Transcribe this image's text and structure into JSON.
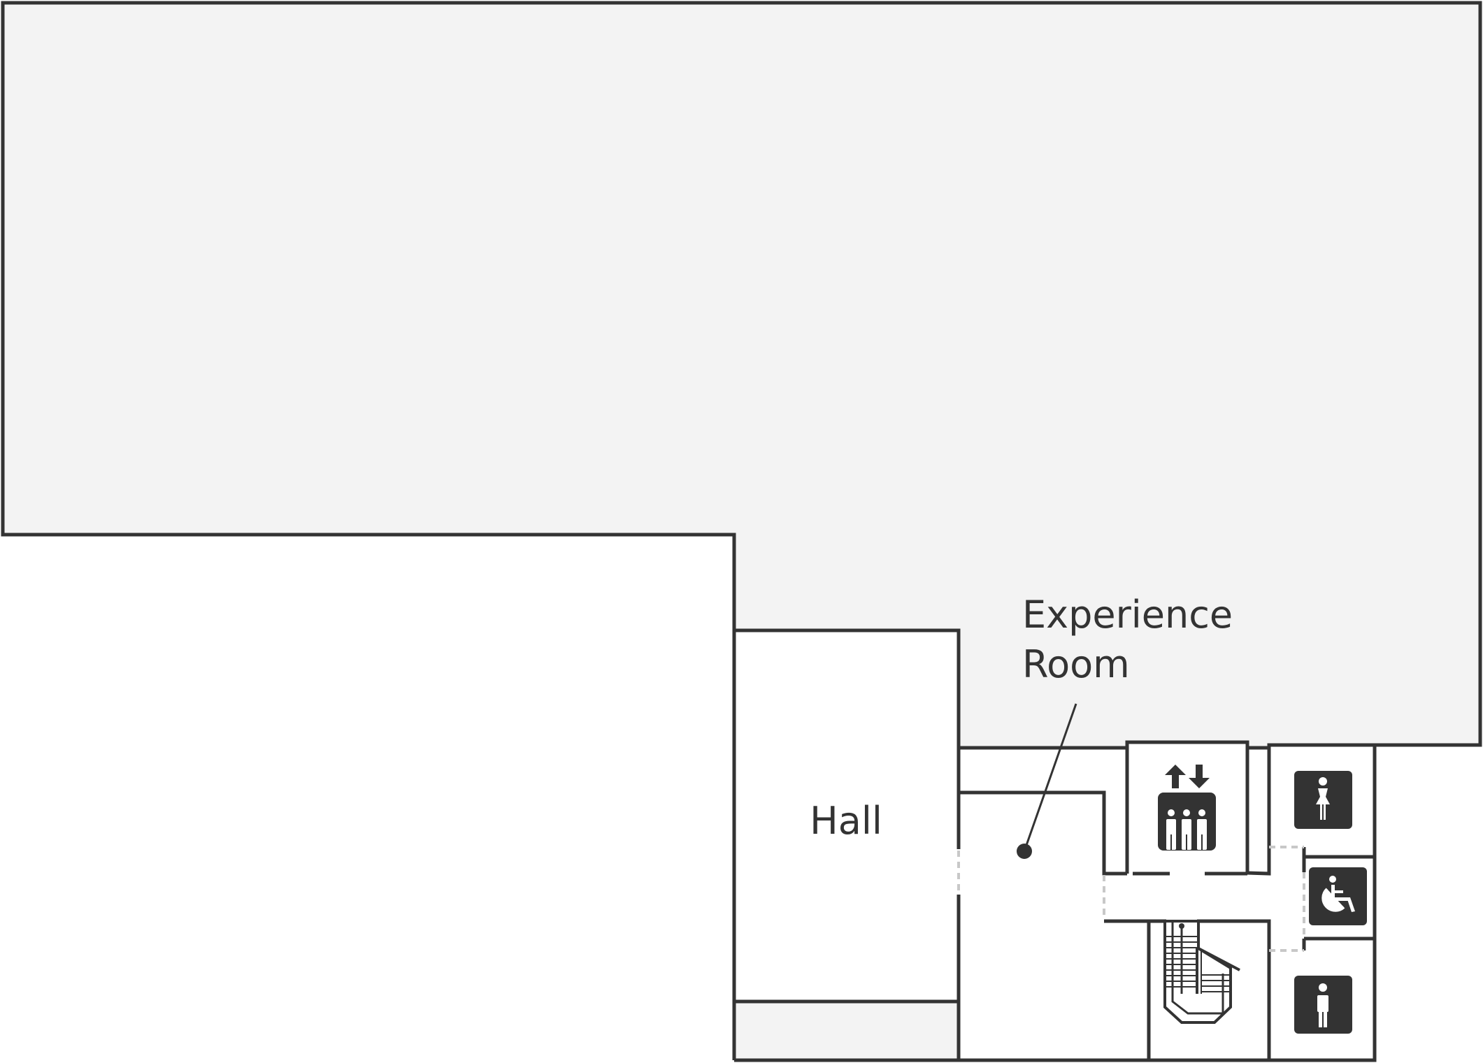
{
  "labels": {
    "hall": "Hall",
    "experience_room_line1": "Experience",
    "experience_room_line2": "Room"
  },
  "icons": [
    "elevator-icon",
    "womens-restroom-icon",
    "accessible-restroom-icon",
    "mens-restroom-icon",
    "stairs-icon"
  ],
  "colors": {
    "wall": "#333333",
    "fill_gray": "#f3f3f3",
    "fill_white": "#ffffff",
    "door_dashed": "#c8c8c8",
    "icon": "#333333"
  }
}
